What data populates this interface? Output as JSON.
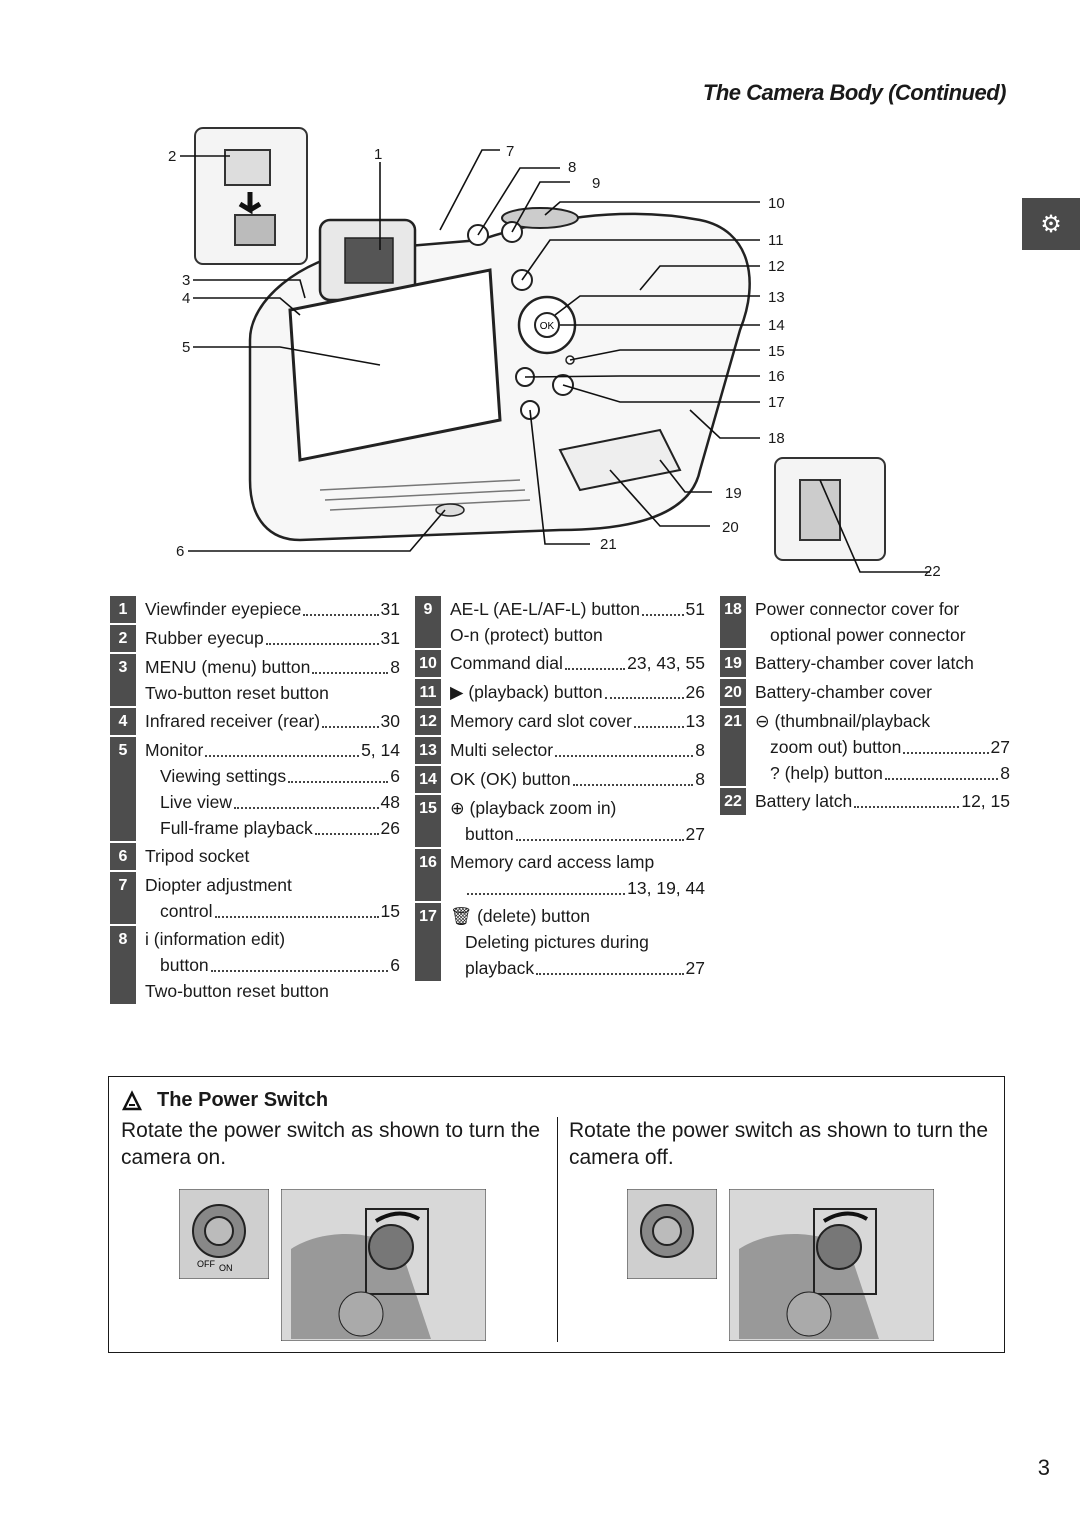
{
  "header": {
    "title": "The Camera Body (Continued)",
    "side_tab_icon": "setup-icon"
  },
  "diagram": {
    "callouts": [
      "1",
      "2",
      "3",
      "4",
      "5",
      "6",
      "7",
      "8",
      "9",
      "10",
      "11",
      "12",
      "13",
      "14",
      "15",
      "16",
      "17",
      "18",
      "19",
      "20",
      "21",
      "22"
    ],
    "ok_label": "OK"
  },
  "legend": {
    "col1": [
      {
        "num": "1",
        "lines": [
          {
            "text": "Viewfinder eyepiece",
            "page": "31"
          }
        ]
      },
      {
        "num": "2",
        "lines": [
          {
            "text": "Rubber eyecup",
            "page": "31"
          }
        ]
      },
      {
        "num": "3",
        "lines": [
          {
            "text": "MENU (menu) button",
            "page": "8"
          },
          {
            "text": "Two-button reset button",
            "page": ""
          }
        ]
      },
      {
        "num": "4",
        "lines": [
          {
            "text": "Infrared receiver (rear)",
            "page": "30"
          }
        ]
      },
      {
        "num": "5",
        "lines": [
          {
            "text": "Monitor",
            "page": "5, 14"
          },
          {
            "text": "Viewing settings",
            "page": "6",
            "indent": true
          },
          {
            "text": "Live view",
            "page": "48",
            "indent": true
          },
          {
            "text": "Full-frame playback",
            "page": "26",
            "indent": true
          }
        ]
      },
      {
        "num": "6",
        "lines": [
          {
            "text": "Tripod socket",
            "page": ""
          }
        ]
      },
      {
        "num": "7",
        "lines": [
          {
            "text": "Diopter adjustment",
            "page": ""
          },
          {
            "text": "control",
            "page": "15",
            "indent": true
          }
        ]
      },
      {
        "num": "8",
        "lines": [
          {
            "text": "i (information edit)",
            "page": ""
          },
          {
            "text": "button",
            "page": "6",
            "indent": true
          },
          {
            "text": "Two-button reset button",
            "page": ""
          }
        ]
      }
    ],
    "col2": [
      {
        "num": "9",
        "lines": [
          {
            "text": "AE-L (AE-L/AF-L) button",
            "page": "51"
          },
          {
            "text": "O-n (protect) button",
            "page": ""
          }
        ]
      },
      {
        "num": "10",
        "lines": [
          {
            "text": "Command dial",
            "page": "23, 43, 55"
          }
        ]
      },
      {
        "num": "11",
        "lines": [
          {
            "text": "▶ (playback) button",
            "page": "26"
          }
        ]
      },
      {
        "num": "12",
        "lines": [
          {
            "text": "Memory card slot cover",
            "page": "13"
          }
        ]
      },
      {
        "num": "13",
        "lines": [
          {
            "text": "Multi selector",
            "page": "8"
          }
        ]
      },
      {
        "num": "14",
        "lines": [
          {
            "text": "OK (OK) button",
            "page": "8"
          }
        ]
      },
      {
        "num": "15",
        "lines": [
          {
            "text": "⊕ (playback zoom in)",
            "page": ""
          },
          {
            "text": "button",
            "page": "27",
            "indent": true
          }
        ]
      },
      {
        "num": "16",
        "lines": [
          {
            "text": "Memory card access lamp",
            "page": ""
          },
          {
            "text": "",
            "page": "13, 19, 44",
            "indent": true
          }
        ]
      },
      {
        "num": "17",
        "lines": [
          {
            "text": "🗑 (delete) button",
            "page": ""
          },
          {
            "text": "Deleting pictures during",
            "page": "",
            "indent": true
          },
          {
            "text": "playback",
            "page": "27",
            "indent": true
          }
        ]
      }
    ],
    "col3": [
      {
        "num": "18",
        "lines": [
          {
            "text": "Power connector cover for",
            "page": ""
          },
          {
            "text": "optional power connector",
            "page": "",
            "indent": true
          }
        ]
      },
      {
        "num": "19",
        "lines": [
          {
            "text": "Battery-chamber cover latch",
            "page": ""
          }
        ]
      },
      {
        "num": "20",
        "lines": [
          {
            "text": "Battery-chamber cover",
            "page": ""
          }
        ]
      },
      {
        "num": "21",
        "lines": [
          {
            "text": "⊖ (thumbnail/playback",
            "page": ""
          },
          {
            "text": "zoom out) button",
            "page": "27",
            "indent": true
          },
          {
            "text": "? (help) button",
            "page": "8",
            "indent": true
          }
        ]
      },
      {
        "num": "22",
        "lines": [
          {
            "text": "Battery latch",
            "page": "12, 15"
          }
        ]
      }
    ]
  },
  "power_switch": {
    "title": "The Power Switch",
    "on_text": "Rotate the power switch as shown to turn the camera on.",
    "off_text": "Rotate the power switch as shown to turn the camera off.",
    "off_label": "OFF",
    "on_label": "ON"
  },
  "page_number": "3"
}
